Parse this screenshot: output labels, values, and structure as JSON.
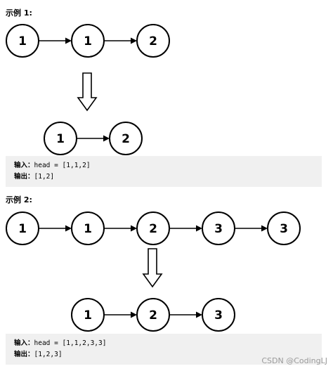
{
  "examples": [
    {
      "heading": "示例 1:",
      "input_label": "输入：",
      "input_value": "head = [1,1,2]",
      "output_label": "输出：",
      "output_value": "[1,2]",
      "list_before": [
        "1",
        "1",
        "2"
      ],
      "list_after": [
        "1",
        "2"
      ]
    },
    {
      "heading": "示例 2:",
      "input_label": "输入：",
      "input_value": "head = [1,1,2,3,3]",
      "output_label": "输出：",
      "output_value": "[1,2,3]",
      "list_before": [
        "1",
        "1",
        "2",
        "3",
        "3"
      ],
      "list_after": [
        "1",
        "2",
        "3"
      ]
    }
  ],
  "watermark": "CSDN @CodingLJ"
}
